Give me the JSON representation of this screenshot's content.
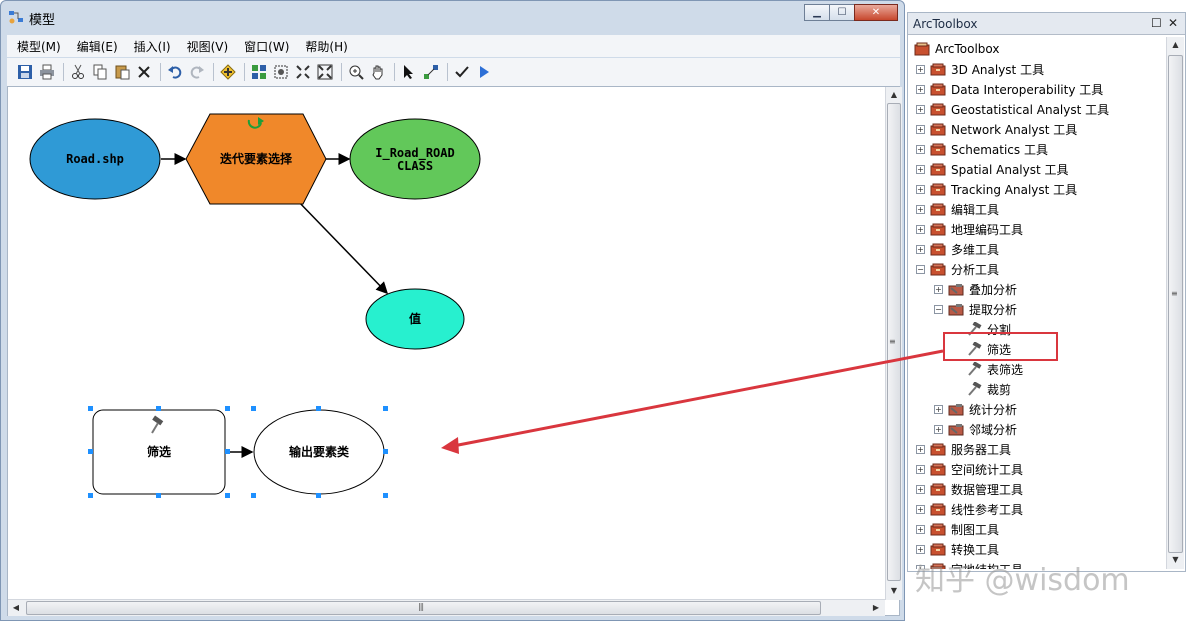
{
  "window": {
    "title": "模型",
    "minimize_glyph": "▁",
    "maximize_glyph": "☐",
    "close_glyph": "✕"
  },
  "menu": [
    "模型(M)",
    "编辑(E)",
    "插入(I)",
    "视图(V)",
    "窗口(W)",
    "帮助(H)"
  ],
  "toolbar_icons": [
    "save-icon",
    "print-icon",
    "cut-icon",
    "copy-icon",
    "paste-icon",
    "delete-icon",
    "undo-icon",
    "redo-icon",
    "add-data-icon",
    "auto-layout-icon",
    "full-extent-icon",
    "fixed-zoom-in-icon",
    "fixed-zoom-out-icon",
    "zoom-in-icon",
    "pan-icon",
    "select-icon",
    "connect-icon",
    "validate-icon",
    "run-icon"
  ],
  "model": {
    "nodes": {
      "road_shp": "Road.shp",
      "iterator": "迭代要素选择",
      "iter_output_line1": "I_Road_ROAD",
      "iter_output_line2": "CLASS",
      "value": "值",
      "tool": "筛选",
      "output": "输出要素类"
    },
    "colors": {
      "road_shp": "#2f9ad6",
      "iterator": "#f0882a",
      "iter_output": "#62c85a",
      "value": "#27f0cf",
      "annotation": "#d9363e"
    }
  },
  "toolbox": {
    "pane_title": "ArcToolbox",
    "root": "ArcToolbox",
    "items": [
      {
        "label": "3D Analyst 工具",
        "level": 1,
        "expander": "+",
        "icon": "toolbox-icon"
      },
      {
        "label": "Data Interoperability 工具",
        "level": 1,
        "expander": "+",
        "icon": "toolbox-icon"
      },
      {
        "label": "Geostatistical Analyst 工具",
        "level": 1,
        "expander": "+",
        "icon": "toolbox-icon"
      },
      {
        "label": "Network Analyst 工具",
        "level": 1,
        "expander": "+",
        "icon": "toolbox-icon"
      },
      {
        "label": "Schematics 工具",
        "level": 1,
        "expander": "+",
        "icon": "toolbox-icon"
      },
      {
        "label": "Spatial Analyst 工具",
        "level": 1,
        "expander": "+",
        "icon": "toolbox-icon"
      },
      {
        "label": "Tracking Analyst 工具",
        "level": 1,
        "expander": "+",
        "icon": "toolbox-icon"
      },
      {
        "label": "编辑工具",
        "level": 1,
        "expander": "+",
        "icon": "toolbox-icon"
      },
      {
        "label": "地理编码工具",
        "level": 1,
        "expander": "+",
        "icon": "toolbox-icon"
      },
      {
        "label": "多维工具",
        "level": 1,
        "expander": "+",
        "icon": "toolbox-icon"
      },
      {
        "label": "分析工具",
        "level": 1,
        "expander": "−",
        "icon": "toolbox-icon"
      },
      {
        "label": "叠加分析",
        "level": 2,
        "expander": "+",
        "icon": "toolset-icon"
      },
      {
        "label": "提取分析",
        "level": 2,
        "expander": "−",
        "icon": "toolset-icon"
      },
      {
        "label": "分割",
        "level": 3,
        "expander": "",
        "icon": "hammer-icon"
      },
      {
        "label": "筛选",
        "level": 3,
        "expander": "",
        "icon": "hammer-icon"
      },
      {
        "label": "表筛选",
        "level": 3,
        "expander": "",
        "icon": "hammer-icon"
      },
      {
        "label": "裁剪",
        "level": 3,
        "expander": "",
        "icon": "hammer-icon"
      },
      {
        "label": "统计分析",
        "level": 2,
        "expander": "+",
        "icon": "toolset-icon"
      },
      {
        "label": "邻域分析",
        "level": 2,
        "expander": "+",
        "icon": "toolset-icon"
      },
      {
        "label": "服务器工具",
        "level": 1,
        "expander": "+",
        "icon": "toolbox-icon"
      },
      {
        "label": "空间统计工具",
        "level": 1,
        "expander": "+",
        "icon": "toolbox-icon"
      },
      {
        "label": "数据管理工具",
        "level": 1,
        "expander": "+",
        "icon": "toolbox-icon"
      },
      {
        "label": "线性参考工具",
        "level": 1,
        "expander": "+",
        "icon": "toolbox-icon"
      },
      {
        "label": "制图工具",
        "level": 1,
        "expander": "+",
        "icon": "toolbox-icon"
      },
      {
        "label": "转换工具",
        "level": 1,
        "expander": "+",
        "icon": "toolbox-icon"
      },
      {
        "label": "宗地结构工具",
        "level": 1,
        "expander": "+",
        "icon": "toolbox-icon"
      }
    ]
  },
  "watermark": "知乎 @wisdom"
}
